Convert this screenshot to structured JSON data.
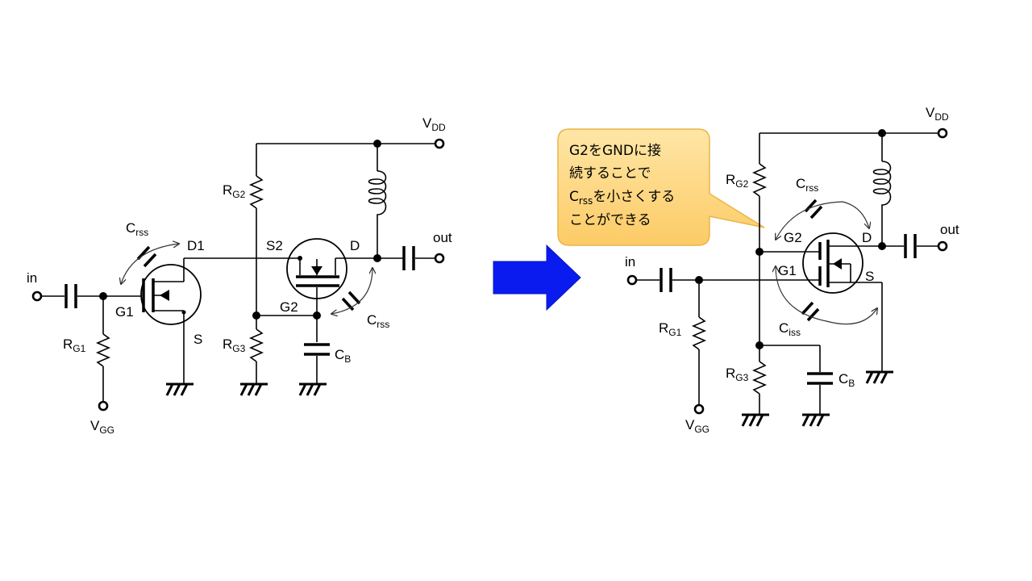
{
  "left": {
    "in": "in",
    "out": "out",
    "vdd": {
      "main": "V",
      "sub": "DD"
    },
    "vgg": {
      "main": "V",
      "sub": "GG"
    },
    "rg1": {
      "main": "R",
      "sub": "G1"
    },
    "rg2": {
      "main": "R",
      "sub": "G2"
    },
    "rg3": {
      "main": "R",
      "sub": "G3"
    },
    "cb": {
      "main": "C",
      "sub": "B"
    },
    "crss1": {
      "main": "C",
      "sub": "rss"
    },
    "crss2": {
      "main": "C",
      "sub": "rss"
    },
    "g1": "G1",
    "d1": "D1",
    "s": "S",
    "s2": "S2",
    "d": "D",
    "g2": "G2"
  },
  "right": {
    "in": "in",
    "out": "out",
    "vdd": {
      "main": "V",
      "sub": "DD"
    },
    "vgg": {
      "main": "V",
      "sub": "GG"
    },
    "rg1": {
      "main": "R",
      "sub": "G1"
    },
    "rg2": {
      "main": "R",
      "sub": "G2"
    },
    "rg3": {
      "main": "R",
      "sub": "G3"
    },
    "cb": {
      "main": "C",
      "sub": "B"
    },
    "crss": {
      "main": "C",
      "sub": "rss"
    },
    "ciss": {
      "main": "C",
      "sub": "iss"
    },
    "g1": "G1",
    "g2": "G2",
    "d": "D",
    "s": "S"
  },
  "callout": {
    "line1": "G2をGNDに接",
    "line2": "続することで",
    "line3_main": "C",
    "line3_sub": "rss",
    "line3_rest": "を小さくする",
    "line4": "ことができる",
    "fill": "#FDD882",
    "stroke": "#E8B64A"
  },
  "arrow_color": "#0A1BF0"
}
